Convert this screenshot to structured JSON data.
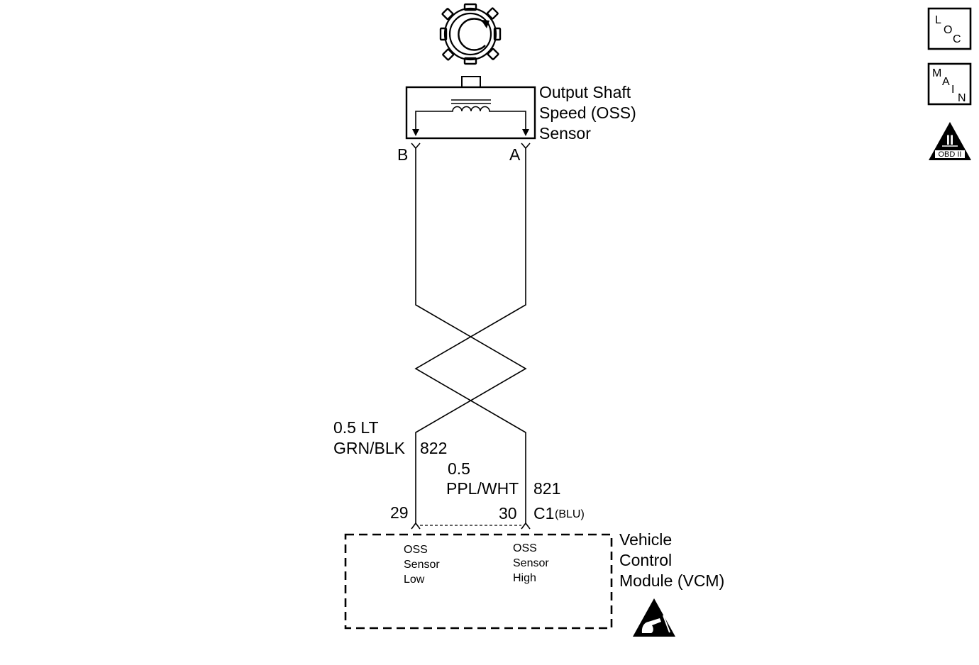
{
  "sensor": {
    "label_line1": "Output Shaft",
    "label_line2": "Speed (OSS)",
    "label_line3": "Sensor",
    "terminal_b": "B",
    "terminal_a": "A"
  },
  "wires": {
    "low": {
      "size": "0.5 LT",
      "color": "GRN/BLK",
      "circuit": "822"
    },
    "high": {
      "size": "0.5",
      "color": "PPL/WHT",
      "circuit": "821"
    }
  },
  "connector": {
    "pin_low": "29",
    "pin_high": "30",
    "name": "C1",
    "color": "(BLU)"
  },
  "module": {
    "label_line1": "Vehicle",
    "label_line2": "Control",
    "label_line3": "Module (VCM)",
    "low_line1": "OSS",
    "low_line2": "Sensor",
    "low_line3": "Low",
    "high_line1": "OSS",
    "high_line2": "Sensor",
    "high_line3": "High"
  },
  "badges": {
    "loc": {
      "l": "L",
      "o": "O",
      "c": "C"
    },
    "main": {
      "m": "M",
      "a": "A",
      "i": "I",
      "n": "N"
    },
    "obd": {
      "numeral": "II",
      "caption": "OBD II"
    }
  },
  "icons": {
    "reluctor": "reluctor-wheel-icon",
    "esd": "esd-sensitive-icon"
  }
}
